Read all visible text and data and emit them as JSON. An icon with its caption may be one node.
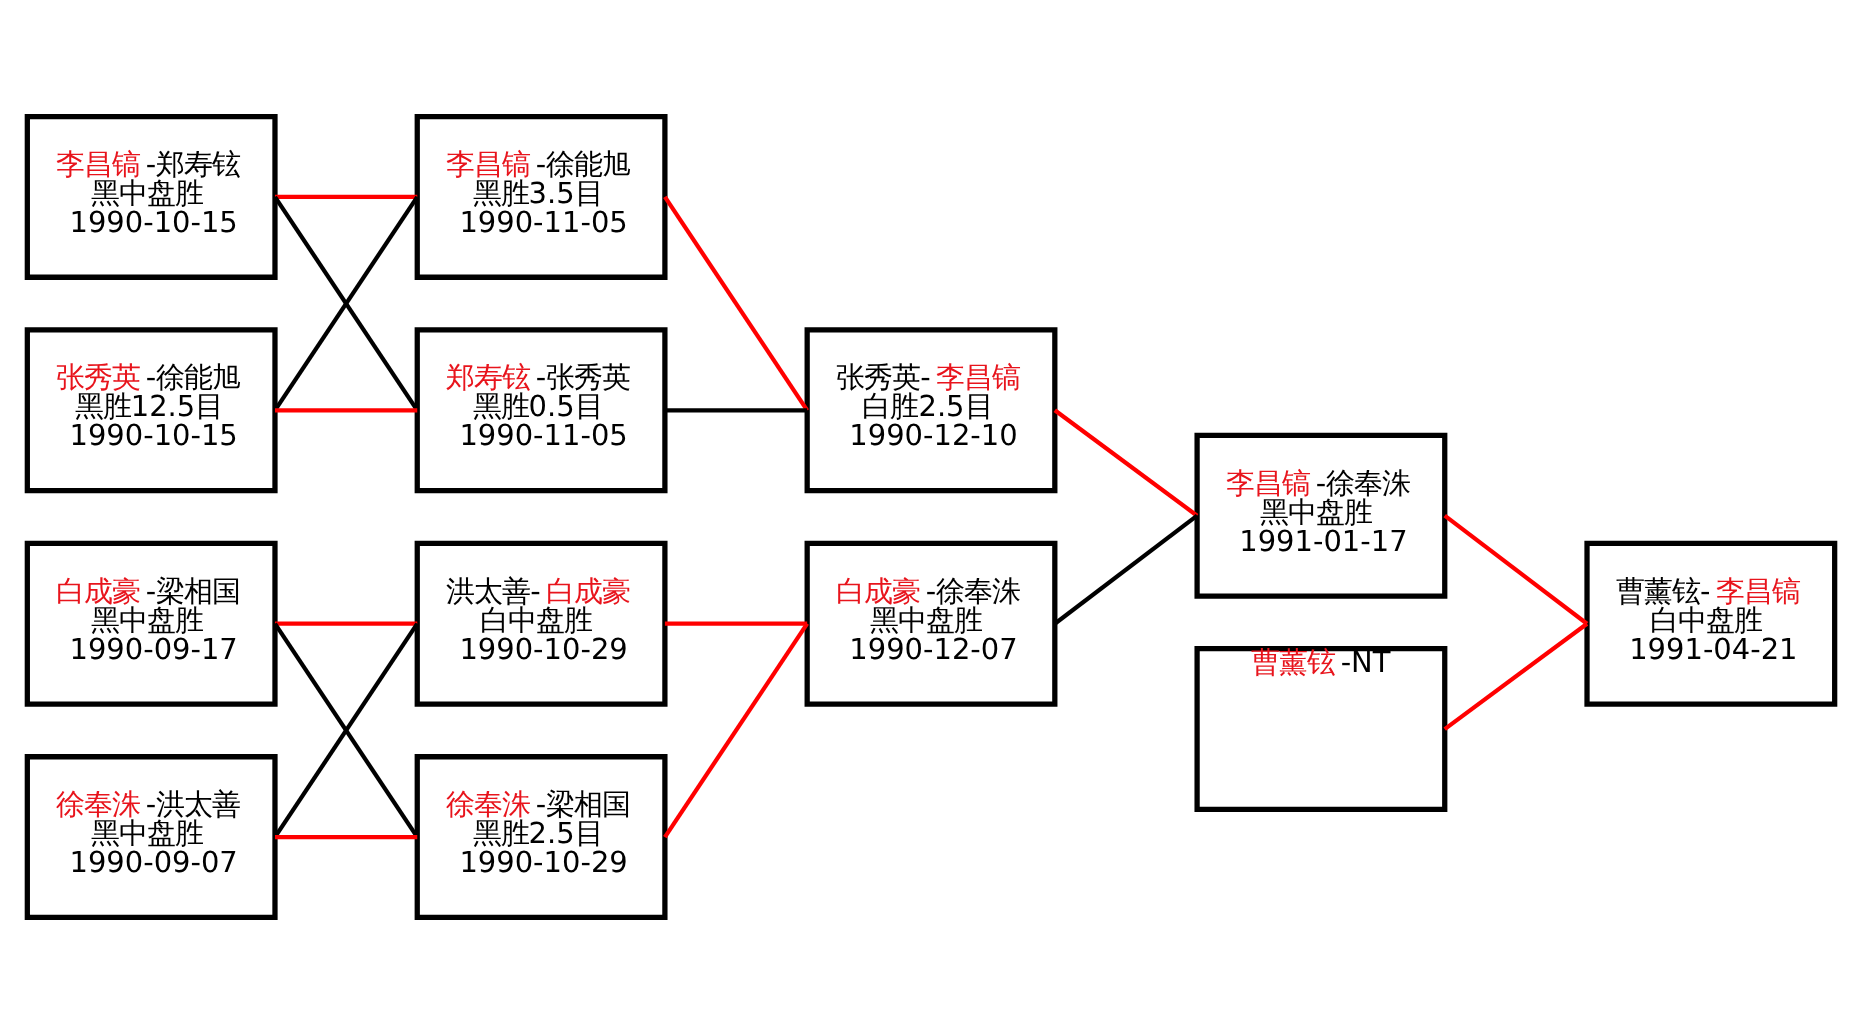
{
  "diagram": {
    "nodes": [
      {
        "text": [
          "李昌镐-郑寿铉",
          "黑中盘胜",
          "1990-10-15"
        ]
      },
      {
        "text": [
          "张秀英-徐能旭",
          "黑胜12.5目",
          "1990-10-15"
        ]
      },
      {
        "text": [
          "白成豪-梁相国",
          "黑中盘胜",
          "1990-09-17"
        ]
      },
      {
        "text": [
          "徐奉洙-洪太善",
          "黑中盘胜",
          "1990-09-07"
        ]
      },
      {
        "text": [
          "李昌镐-徐能旭",
          "黑胜3.5目",
          "1990-11-05"
        ]
      },
      {
        "text": [
          "郑寿铉-张秀英",
          "黑胜0.5目",
          "1990-11-05"
        ]
      },
      {
        "text": [
          "洪太善-白成豪",
          "白中盘胜",
          "1990-10-29"
        ]
      },
      {
        "text": [
          "徐奉洙-梁相国",
          "黑胜2.5目",
          "1990-10-29"
        ]
      },
      {
        "text": [
          "张秀英-李昌镐",
          "白胜2.5目",
          "1990-12-10"
        ]
      },
      {
        "text": [
          "白成豪-徐奉洙",
          "黑中盘胜",
          "1990-12-07"
        ]
      },
      {
        "text": [
          "李昌镐-徐奉洙",
          "黑中盘胜",
          "1991-01-17"
        ]
      },
      {
        "text": [
          "曹薰铉-NT"
        ]
      },
      {
        "text": [
          "曹薰铉-李昌镐",
          "白中盘胜",
          "1991-04-21"
        ]
      }
    ],
    "edges": [
      {
        "from": 0,
        "to": 4,
        "arrow": "none"
      },
      {
        "from": 0,
        "to": 5,
        "arrow": "none",
        "color": "#000000"
      },
      {
        "from": 1,
        "to": 4,
        "arrow": "none",
        "color": "#000000"
      },
      {
        "from": 1,
        "to": 5,
        "arrow": "none"
      },
      {
        "from": 2,
        "to": 6,
        "arrow": "none"
      },
      {
        "from": 2,
        "to": 7,
        "arrow": "none",
        "color": "#000000"
      },
      {
        "from": 3,
        "to": 6,
        "arrow": "none",
        "color": "#000000"
      },
      {
        "from": 3,
        "to": 7,
        "arrow": "none"
      },
      {
        "from": 4,
        "to": 8,
        "arrow": "none"
      },
      {
        "from": 5,
        "to": 8,
        "arrow": "none",
        "color": "#000000"
      },
      {
        "from": 6,
        "to": 9,
        "arrow": "none"
      },
      {
        "from": 7,
        "to": 9,
        "arrow": "none"
      },
      {
        "from": 8,
        "to": 10,
        "arrow": "none"
      },
      {
        "from": 9,
        "to": 10,
        "arrow": "none",
        "color": "#000000"
      },
      {
        "from": 10,
        "to": 12,
        "arrow": "none"
      },
      {
        "from": 11,
        "to": 12,
        "arrow": "none"
      }
    ]
  }
}
